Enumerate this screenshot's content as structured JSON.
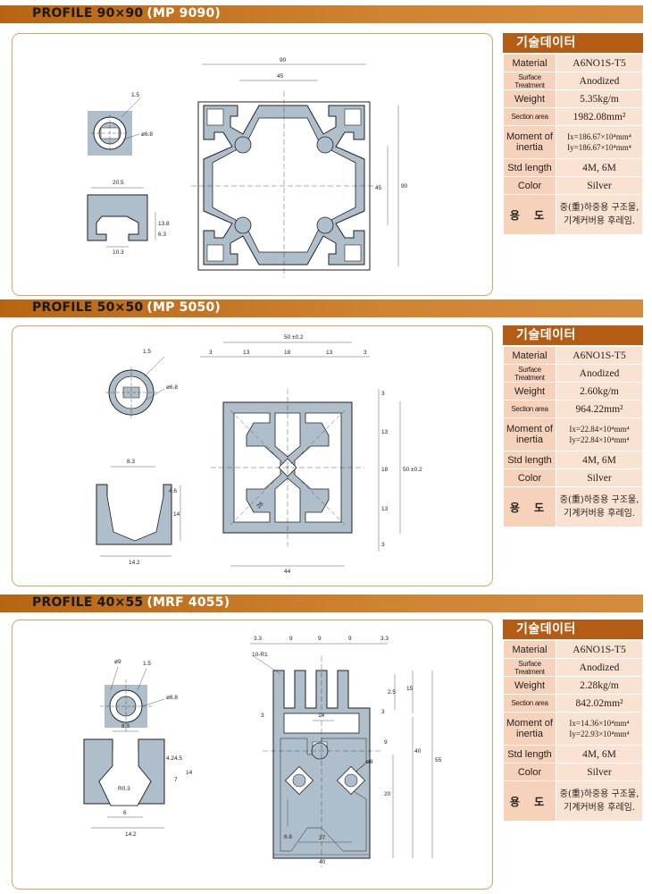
{
  "profiles": [
    {
      "title": "PROFILE 90×90",
      "code": "(MP 9090)",
      "spec": {
        "header": "기술데이터",
        "rows": [
          {
            "label": "Material",
            "value": "A6NO1S-T5"
          },
          {
            "label": "Surface Treatment",
            "value": "Anodized"
          },
          {
            "label": "Weight",
            "value": "5.35kg/m"
          },
          {
            "label": "Section area",
            "value": "1982.08mm²"
          },
          {
            "label": "Moment of inertia",
            "value": "Ix=186.67×10⁴mm⁴ Iy=186.67×10⁴mm⁴"
          },
          {
            "label": "Std length",
            "value": "4M, 6M"
          },
          {
            "label": "Color",
            "value": "Silver"
          },
          {
            "label": "용 도",
            "value": "중(重)하중용 구조물, 기계커버용 후레임."
          }
        ]
      },
      "dims": {
        "width_total": "90",
        "width_half": "45",
        "height_total": "90",
        "height_half": "45",
        "bore_dia": "ø6.8",
        "angle": "1.5",
        "slot_width": "20.5",
        "slot_open": "10.3",
        "slot_depth": "13.8",
        "slot_lip": "6.3"
      }
    },
    {
      "title": "PROFILE 50×50",
      "code": "(MP 5050)",
      "spec": {
        "header": "기술데이터",
        "rows": [
          {
            "label": "Material",
            "value": "A6NO1S-T5"
          },
          {
            "label": "Surface Treatment",
            "value": "Anodized"
          },
          {
            "label": "Weight",
            "value": "2.60kg/m"
          },
          {
            "label": "Section area",
            "value": "964.22mm²"
          },
          {
            "label": "Moment of inertia",
            "value": "Ix=22.84×10⁴mm⁴ Iy=22.84×10⁴mm⁴"
          },
          {
            "label": "Std length",
            "value": "4M, 6M"
          },
          {
            "label": "Color",
            "value": "Silver"
          },
          {
            "label": "용 도",
            "value": "중(重)하중용 구조물, 기계커버용 후레임."
          }
        ]
      },
      "dims": {
        "width_total": "50 ±0.2",
        "d3": "3",
        "d13": "13",
        "d18": "18",
        "height_total": "50 ±0.2",
        "bottom": "44",
        "bore_dia": "ø6.8",
        "angle": "1.5",
        "slot_width": "8.3",
        "slot_depth": "14",
        "slot_lip": "4.6",
        "slot_bottom": "14.2",
        "diag": "28"
      }
    },
    {
      "title": "PROFILE 40×55",
      "code": "(MRF 4055)",
      "spec": {
        "header": "기술데이터",
        "rows": [
          {
            "label": "Material",
            "value": "A6NO1S-T5"
          },
          {
            "label": "Surface Treatment",
            "value": "Anodized"
          },
          {
            "label": "Weight",
            "value": "2.28kg/m"
          },
          {
            "label": "Section area",
            "value": "842.02mm²"
          },
          {
            "label": "Moment of inertia",
            "value": "Ix=14.36×10⁴mm⁴ Iy=22.93×10⁴mm⁴"
          },
          {
            "label": "Std length",
            "value": "4M, 6M"
          },
          {
            "label": "Color",
            "value": "Silver"
          },
          {
            "label": "용 도",
            "value": "중(重)하중용 구조물, 기계커버용 후레임."
          }
        ]
      },
      "dims": {
        "d33a": "3.3",
        "d9a": "9",
        "d9b": "9",
        "d9c": "9",
        "d33b": "3.3",
        "fin_r": "10-R1",
        "d25": "2.5",
        "d15": "15",
        "d3": "3",
        "d14": "14",
        "d3b": "3",
        "d55": "55",
        "d9": "9",
        "d40": "40",
        "d20": "20",
        "bore8": "ø8",
        "d68": "6.8",
        "d27": "27",
        "bottom": "40",
        "bore_dia": "ø6.8",
        "pin": "ø9",
        "angle": "1.5",
        "slot_width": "8.3",
        "slot_a": "4.2",
        "slot_b": "4.5",
        "slot_c": "7",
        "slot_depth": "14",
        "slot_r": "R0.3",
        "slot_open": "6",
        "slot_bottom": "14.2"
      }
    }
  ]
}
